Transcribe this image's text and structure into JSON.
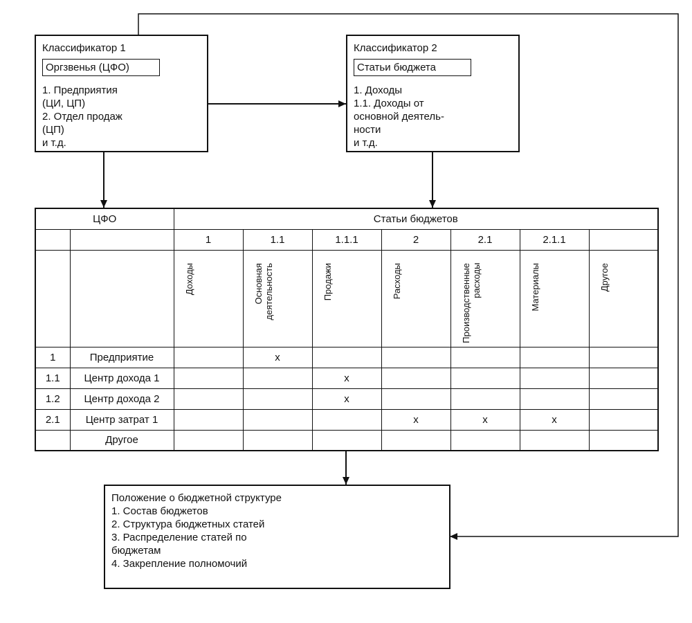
{
  "classifier1": {
    "title": "Классификатор 1",
    "label": "Оргзвенья (ЦФО)",
    "lines": [
      "1. Предприятия",
      "(ЦИ, ЦП)",
      "2. Отдел продаж",
      "(ЦП)",
      "и т.д."
    ]
  },
  "classifier2": {
    "title": "Классификатор 2",
    "label": "Статьи бюджета",
    "lines": [
      "1. Доходы",
      "1.1. Доходы от",
      "основной деятель-",
      "ности",
      "и т.д."
    ]
  },
  "matrix": {
    "cfo_header": "ЦФО",
    "articles_header": "Статьи бюджетов",
    "article_codes": [
      "1",
      "1.1",
      "1.1.1",
      "2",
      "2.1",
      "2.1.1",
      ""
    ],
    "article_names": [
      [
        "Доходы"
      ],
      [
        "Основная",
        "деятельность"
      ],
      [
        "Продажи"
      ],
      [
        "Расходы"
      ],
      [
        "Производственные",
        "расходы"
      ],
      [
        "Материалы"
      ],
      [
        "Другое"
      ]
    ],
    "rows": [
      {
        "code": "1",
        "name": "Предприятие",
        "marks": [
          "",
          "x",
          "",
          "",
          "",
          "",
          ""
        ]
      },
      {
        "code": "1.1",
        "name": "Центр дохода 1",
        "marks": [
          "",
          "",
          "x",
          "",
          "",
          "",
          ""
        ]
      },
      {
        "code": "1.2",
        "name": "Центр дохода 2",
        "marks": [
          "",
          "",
          "x",
          "",
          "",
          "",
          ""
        ]
      },
      {
        "code": "2.1",
        "name": "Центр затрат 1",
        "marks": [
          "",
          "",
          "",
          "x",
          "x",
          "x",
          ""
        ]
      },
      {
        "code": "",
        "name": "Другое",
        "marks": [
          "",
          "",
          "",
          "",
          "",
          "",
          ""
        ]
      }
    ]
  },
  "regulation": {
    "lines": [
      "Положение о бюджетной структуре",
      "1. Состав бюджетов",
      "2. Структура бюджетных статей",
      "3. Распределение статей по",
      "бюджетам",
      "4. Закрепление полномочий"
    ]
  }
}
